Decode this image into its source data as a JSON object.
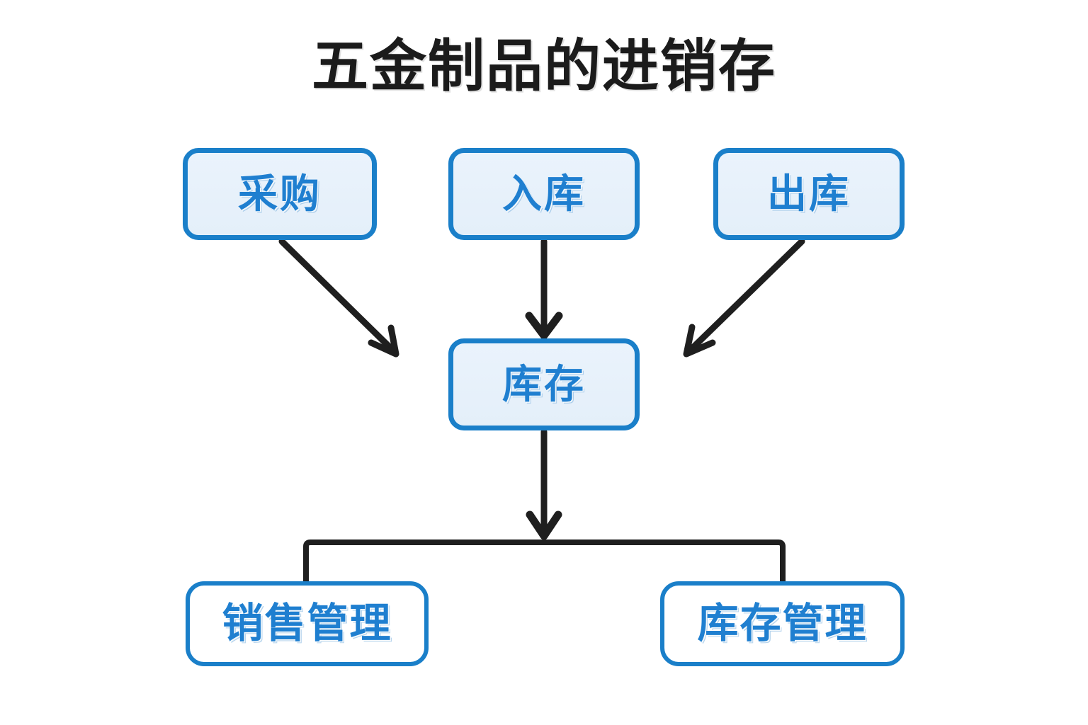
{
  "title": "五金制品的进销存",
  "colors": {
    "background": "#ffffff",
    "node_border": "#1a7fc9",
    "node_fill": "#eaf3fc",
    "node_fill_plain": "#ffffff",
    "node_text": "#1f7fd0",
    "title_text": "#1b1b1b",
    "connector": "#1f1f1f"
  },
  "nodes": {
    "procurement": {
      "label": "采购"
    },
    "stock_in": {
      "label": "入库"
    },
    "stock_out": {
      "label": "出库"
    },
    "inventory": {
      "label": "库存"
    },
    "sales_management": {
      "label": "销售管理"
    },
    "inventory_management": {
      "label": "库存管理"
    }
  },
  "connectors": [
    {
      "name": "procurement-to-inventory",
      "from": "采购",
      "to": "库存",
      "style": "diagonal-arrow"
    },
    {
      "name": "stock-in-to-inventory",
      "from": "入库",
      "to": "库存",
      "style": "straight-arrow"
    },
    {
      "name": "stock-out-to-inventory",
      "from": "出库",
      "to": "库存",
      "style": "diagonal-arrow"
    },
    {
      "name": "inventory-to-branch",
      "from": "库存",
      "to": "销售管理 / 库存管理",
      "style": "straight-arrow-with-branch"
    }
  ]
}
